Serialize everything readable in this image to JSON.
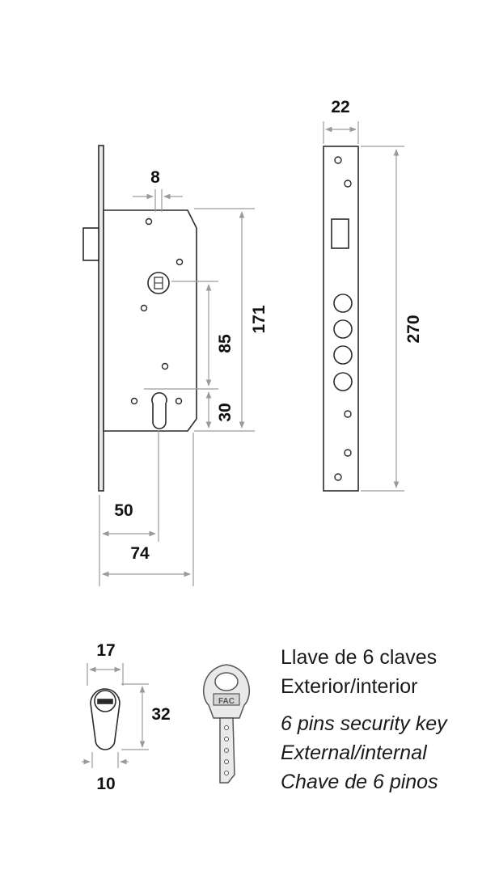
{
  "dimensions": {
    "faceplate_width": "22",
    "faceplate_height": "270",
    "spindle_size": "8",
    "body_height": "171",
    "spindle_to_cylinder": "85",
    "cylinder_to_bottom": "30",
    "backset": "50",
    "body_depth": "74",
    "cylinder_width": "17",
    "cylinder_height": "32",
    "cylinder_cam_width": "10"
  },
  "key_head_marking": "FAC",
  "captions": [
    "Llave de 6 claves",
    "Exterior/interior",
    "6 pins security key",
    "External/internal",
    "Chave de 6 pinos"
  ]
}
